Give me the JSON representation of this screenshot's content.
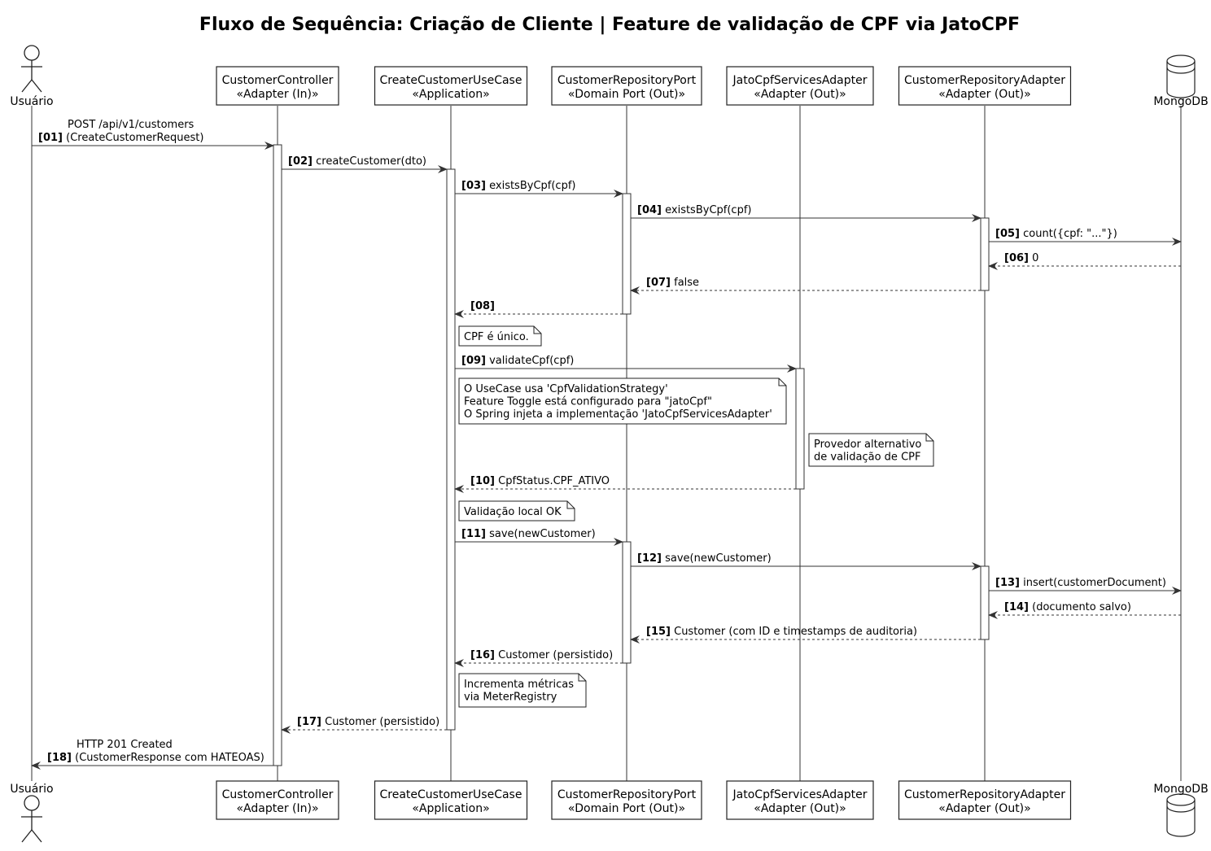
{
  "title": "Fluxo de Sequência: Criação de Cliente | Feature de validação de CPF via JatoCPF",
  "participants": [
    {
      "id": "user",
      "kind": "actor",
      "label": "Usuário"
    },
    {
      "id": "controller",
      "kind": "box",
      "name": "CustomerController",
      "stereotype": "«Adapter (In)»"
    },
    {
      "id": "usecase",
      "kind": "box",
      "name": "CreateCustomerUseCase",
      "stereotype": "«Application»"
    },
    {
      "id": "port",
      "kind": "box",
      "name": "CustomerRepositoryPort",
      "stereotype": "«Domain Port (Out)»"
    },
    {
      "id": "jato",
      "kind": "box",
      "name": "JatoCpfServicesAdapter",
      "stereotype": "«Adapter (Out)»"
    },
    {
      "id": "repo",
      "kind": "box",
      "name": "CustomerRepositoryAdapter",
      "stereotype": "«Adapter (Out)»"
    },
    {
      "id": "mongo",
      "kind": "database",
      "label": "MongoDB"
    }
  ],
  "messages": [
    {
      "num": "[01]",
      "from": "user",
      "to": "controller",
      "kind": "sync",
      "lines": [
        "POST /api/v1/customers",
        "(CreateCustomerRequest)"
      ]
    },
    {
      "num": "[02]",
      "from": "controller",
      "to": "usecase",
      "kind": "sync",
      "lines": [
        "createCustomer(dto)"
      ]
    },
    {
      "num": "[03]",
      "from": "usecase",
      "to": "port",
      "kind": "sync",
      "lines": [
        "existsByCpf(cpf)"
      ]
    },
    {
      "num": "[04]",
      "from": "port",
      "to": "repo",
      "kind": "sync",
      "lines": [
        "existsByCpf(cpf)"
      ]
    },
    {
      "num": "[05]",
      "from": "repo",
      "to": "mongo",
      "kind": "sync",
      "lines": [
        "count({cpf: \"...\"})"
      ]
    },
    {
      "num": "[06]",
      "from": "mongo",
      "to": "repo",
      "kind": "reply",
      "lines": [
        "0"
      ]
    },
    {
      "num": "[07]",
      "from": "repo",
      "to": "port",
      "kind": "reply",
      "lines": [
        "false"
      ]
    },
    {
      "num": "[08]",
      "from": "port",
      "to": "usecase",
      "kind": "reply",
      "lines": [
        ""
      ]
    },
    {
      "num": "[09]",
      "from": "usecase",
      "to": "jato",
      "kind": "sync",
      "lines": [
        "validateCpf(cpf)"
      ]
    },
    {
      "num": "[10]",
      "from": "jato",
      "to": "usecase",
      "kind": "reply",
      "lines": [
        "CpfStatus.CPF_ATIVO"
      ]
    },
    {
      "num": "[11]",
      "from": "usecase",
      "to": "port",
      "kind": "sync",
      "lines": [
        "save(newCustomer)"
      ]
    },
    {
      "num": "[12]",
      "from": "port",
      "to": "repo",
      "kind": "sync",
      "lines": [
        "save(newCustomer)"
      ]
    },
    {
      "num": "[13]",
      "from": "repo",
      "to": "mongo",
      "kind": "sync",
      "lines": [
        "insert(customerDocument)"
      ]
    },
    {
      "num": "[14]",
      "from": "mongo",
      "to": "repo",
      "kind": "reply",
      "lines": [
        "(documento salvo)"
      ]
    },
    {
      "num": "[15]",
      "from": "repo",
      "to": "port",
      "kind": "reply",
      "lines": [
        "Customer (com ID e timestamps de auditoria)"
      ]
    },
    {
      "num": "[16]",
      "from": "port",
      "to": "usecase",
      "kind": "reply",
      "lines": [
        "Customer (persistido)"
      ]
    },
    {
      "num": "[17]",
      "from": "usecase",
      "to": "controller",
      "kind": "reply",
      "lines": [
        "Customer (persistido)"
      ]
    },
    {
      "num": "[18]",
      "from": "controller",
      "to": "user",
      "kind": "sync",
      "lines": [
        "HTTP 201 Created",
        "(CustomerResponse com HATEOAS)"
      ]
    }
  ],
  "notes": [
    {
      "lines": [
        "CPF é único."
      ]
    },
    {
      "lines": [
        "O UseCase usa 'CpfValidationStrategy'",
        "Feature Toggle está configurado para \"jatoCpf\"",
        "O Spring injeta a implementação 'JatoCpfServicesAdapter'"
      ]
    },
    {
      "lines": [
        "Provedor alternativo",
        "de validação de CPF"
      ]
    },
    {
      "lines": [
        "Validação local OK"
      ]
    },
    {
      "lines": [
        "Incrementa métricas",
        "via MeterRegistry"
      ]
    }
  ]
}
